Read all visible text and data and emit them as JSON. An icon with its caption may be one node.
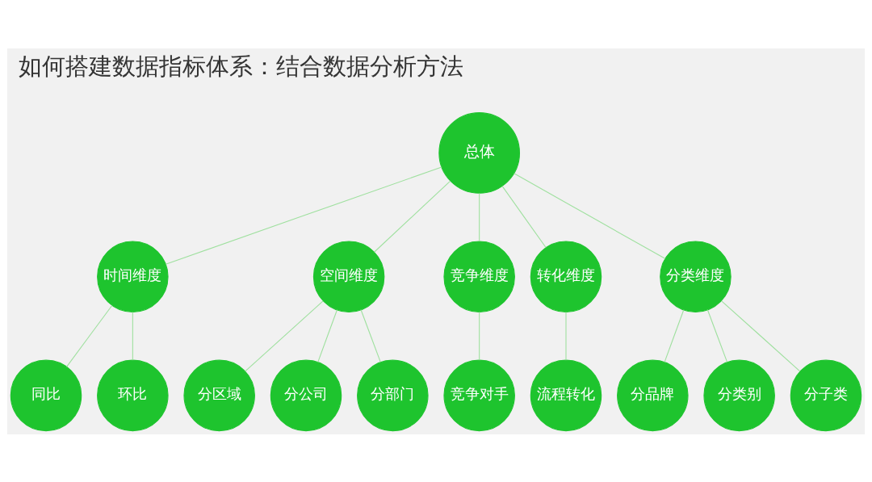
{
  "diagram": {
    "title": "如何搭建数据指标体系：结合数据分析方法",
    "nodes": [
      {
        "text": [
          "总体"
        ]
      },
      {
        "text": [
          "时间维度"
        ]
      },
      {
        "text": [
          "空间维度"
        ]
      },
      {
        "text": [
          "竞争维度"
        ]
      },
      {
        "text": [
          "转化维度"
        ]
      },
      {
        "text": [
          "分类维度"
        ]
      },
      {
        "text": [
          "同比"
        ]
      },
      {
        "text": [
          "环比"
        ]
      },
      {
        "text": [
          "分区域"
        ]
      },
      {
        "text": [
          "分公司"
        ]
      },
      {
        "text": [
          "分部门"
        ]
      },
      {
        "text": [
          "竞争对手"
        ]
      },
      {
        "text": [
          "流程转化"
        ]
      },
      {
        "text": [
          "分品牌"
        ]
      },
      {
        "text": [
          "分类别"
        ]
      },
      {
        "text": [
          "分子类"
        ]
      }
    ],
    "edges": [
      {
        "from": 0,
        "to": 1,
        "arrow": "none"
      },
      {
        "from": 0,
        "to": 2,
        "arrow": "none"
      },
      {
        "from": 0,
        "to": 3,
        "arrow": "none"
      },
      {
        "from": 0,
        "to": 4,
        "arrow": "none"
      },
      {
        "from": 0,
        "to": 5,
        "arrow": "none"
      },
      {
        "from": 1,
        "to": 6,
        "arrow": "none"
      },
      {
        "from": 1,
        "to": 7,
        "arrow": "none"
      },
      {
        "from": 2,
        "to": 8,
        "arrow": "none"
      },
      {
        "from": 2,
        "to": 9,
        "arrow": "none"
      },
      {
        "from": 2,
        "to": 10,
        "arrow": "none"
      },
      {
        "from": 3,
        "to": 11,
        "arrow": "none"
      },
      {
        "from": 4,
        "to": 12,
        "arrow": "none"
      },
      {
        "from": 5,
        "to": 13,
        "arrow": "none"
      },
      {
        "from": 5,
        "to": 14,
        "arrow": "none"
      },
      {
        "from": 5,
        "to": 15,
        "arrow": "none"
      }
    ]
  }
}
